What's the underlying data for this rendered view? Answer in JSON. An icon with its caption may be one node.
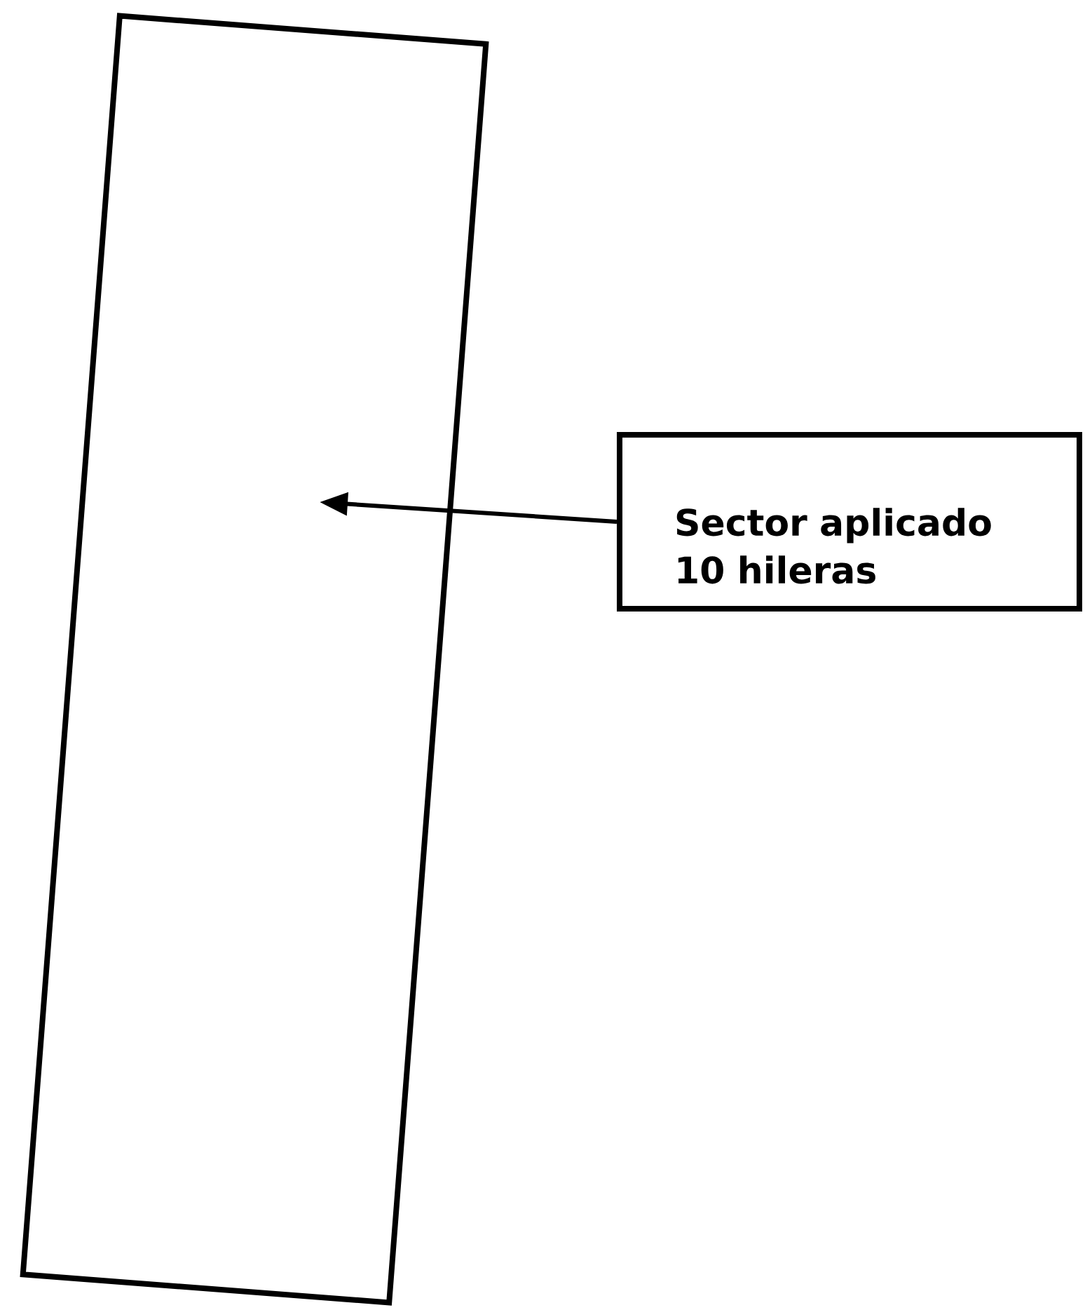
{
  "diagram": {
    "nodes": [
      {
        "text": [],
        "shape": "box"
      },
      {
        "text": [
          "Sector aplicado 10 hileras"
        ]
      }
    ],
    "edges": [
      {
        "from": 1,
        "to": 0,
        "arrow": "to"
      }
    ]
  }
}
